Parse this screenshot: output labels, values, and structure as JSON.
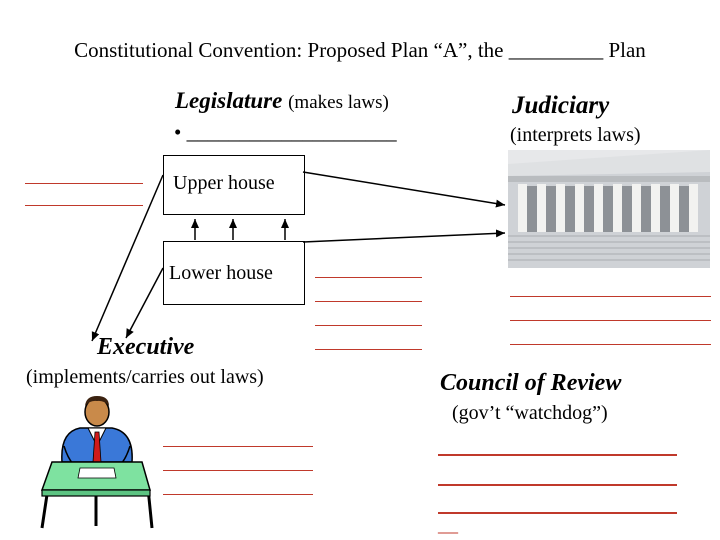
{
  "title": "Constitutional Convention: Proposed Plan “A”, the _________ Plan",
  "legislature": {
    "heading": "Legislature",
    "role": "(makes laws)",
    "bullet": "• ____________________",
    "upper_house": "Upper house",
    "lower_house": "Lower house"
  },
  "judiciary": {
    "heading": "Judiciary",
    "role": "(interprets laws)"
  },
  "executive": {
    "heading": "Executive",
    "role": "(implements/carries out laws)"
  },
  "council": {
    "heading": "Council of Review",
    "role": "(gov’t “watchdog”)",
    "trailing_blank": "__"
  },
  "colors": {
    "blank_line": "#c0392b"
  },
  "images": [
    "columned-courthouse-photo",
    "person-at-desk-clipart"
  ]
}
